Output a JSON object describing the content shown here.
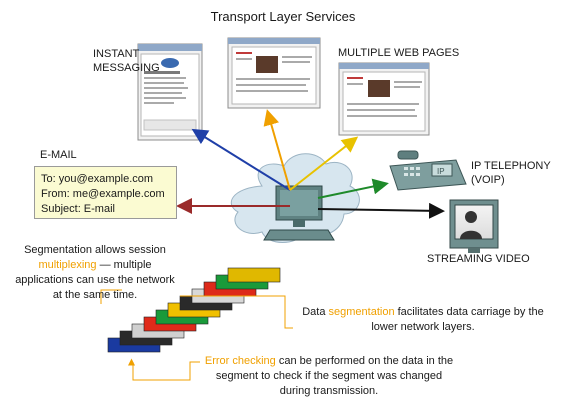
{
  "title": "Transport Layer Services",
  "labels": {
    "instant_messaging": [
      "INSTANT",
      "MESSAGING"
    ],
    "multiple_web_pages": "MULTIPLE WEB PAGES",
    "email": "E-MAIL",
    "ip_telephony": [
      "IP TELEPHONY",
      "(VOIP)"
    ],
    "streaming_video": "STREAMING VIDEO"
  },
  "email_box": {
    "to": "To: you@example.com",
    "from": "From: me@example.com",
    "subject": "Subject: E-mail"
  },
  "phone_screen_text": "IP",
  "notes": {
    "multiplexing": {
      "pre": "Segmentation allows session",
      "highlight": "multiplexing",
      "post": " — multiple",
      "line3": "applications can use the network",
      "line4": "at the same time."
    },
    "segmentation": {
      "pre": "Data ",
      "highlight": "segmentation",
      "post": " facilitates data carriage by the",
      "line2": "lower network layers."
    },
    "error_checking": {
      "highlight": "Error checking",
      "post": " can be performed on the data in the",
      "line2": "segment to check if the segment was changed",
      "line3": "during transmission."
    }
  },
  "colors": {
    "im_arrow": "#1f3fa8",
    "web_center_arrow": "#f0a000",
    "web_right_arrow": "#e8c200",
    "email_arrow": "#9a2a2a",
    "voip_arrow": "#1e8a2a",
    "video_arrow": "#111111",
    "highlight_text": "#f0a000",
    "cloud_fill": "#d7e6ef",
    "email_box_fill": "#fbfbd2"
  },
  "segment_colors": [
    "#e0b800",
    "#1a9a3a",
    "#dd2a1a",
    "#d8d8d8",
    "#2a2a2a",
    "#f0c000",
    "#1a9a3a",
    "#e02a1a",
    "#d0d0d0",
    "#2a2a2a",
    "#1a3aa0"
  ]
}
